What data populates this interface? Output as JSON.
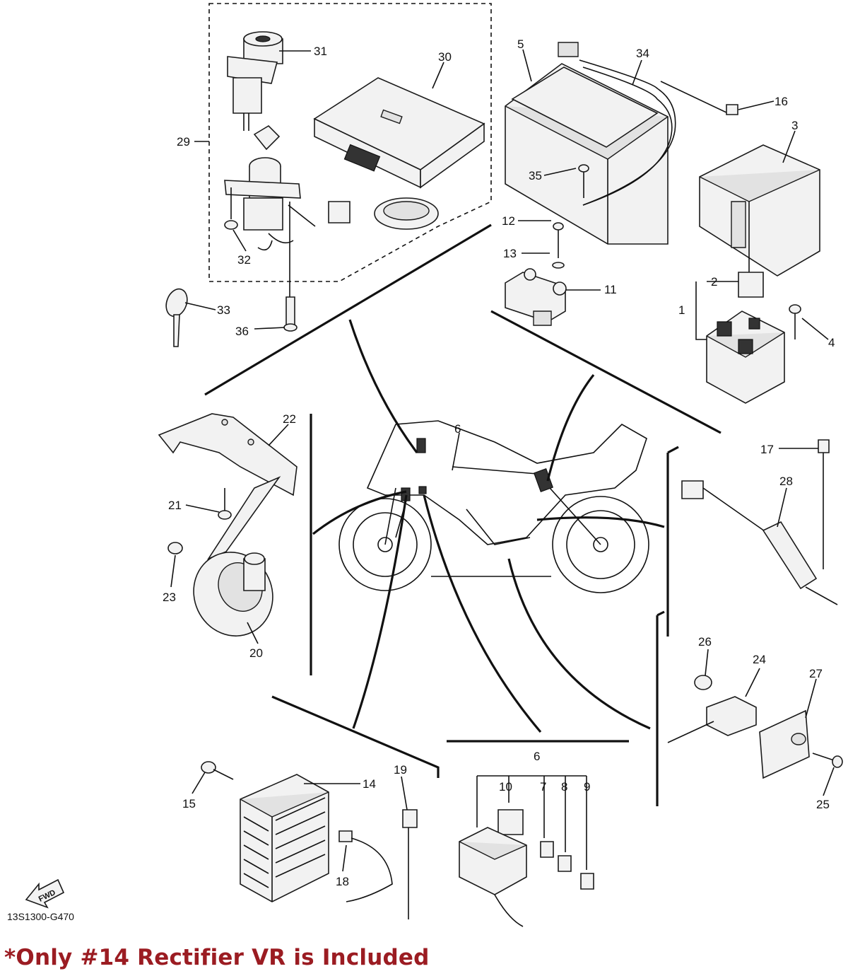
{
  "diagram": {
    "callouts": [
      "1",
      "2",
      "3",
      "4",
      "5",
      "6",
      "7",
      "8",
      "9",
      "10",
      "11",
      "12",
      "13",
      "14",
      "15",
      "16",
      "17",
      "18",
      "19",
      "20",
      "21",
      "22",
      "23",
      "24",
      "25",
      "26",
      "27",
      "28",
      "29",
      "30",
      "31",
      "32",
      "33",
      "34",
      "35",
      "36"
    ],
    "center_callout": "6",
    "fwd_arrow_label": "FWD",
    "figure_code": "13S1300-G470"
  },
  "notice": {
    "text": "*Only #14 Rectifier VR is Included",
    "color": "#9b1c22"
  }
}
